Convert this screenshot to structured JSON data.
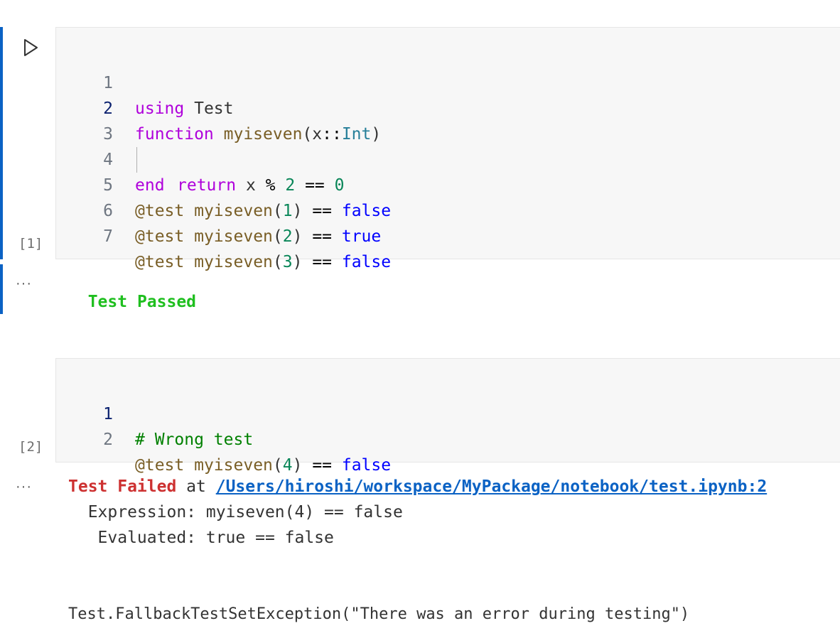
{
  "cells": [
    {
      "exec_count": "[1]",
      "lines": [
        {
          "n": "1"
        },
        {
          "n": "2"
        },
        {
          "n": "3"
        },
        {
          "n": "4"
        },
        {
          "n": "5"
        },
        {
          "n": "6"
        },
        {
          "n": "7"
        }
      ],
      "tokens": {
        "l1_kw": "using",
        "l1_rest": " Test",
        "l2_kw": "function",
        "l2_fn": "myiseven",
        "l2_p1": "(x",
        "l2_op": "::",
        "l2_ty": "Int",
        "l2_p2": ")",
        "l3_kw": "return",
        "l3_x": " x ",
        "l3_op1": "%",
        "l3_num1": "2",
        "l3_op2": "==",
        "l3_num2": "0",
        "l4_kw": "end",
        "l5_macro": "@test",
        "l5_fn": "myiseven",
        "l5_p1": "(",
        "l5_num": "1",
        "l5_p2": ")",
        "l5_op": " == ",
        "l5_bool": "false",
        "l6_macro": "@test",
        "l6_fn": "myiseven",
        "l6_p1": "(",
        "l6_num": "2",
        "l6_p2": ")",
        "l6_op": " == ",
        "l6_bool": "true",
        "l7_macro": "@test",
        "l7_fn": "myiseven",
        "l7_p1": "(",
        "l7_num": "3",
        "l7_p2": ")",
        "l7_op": " == ",
        "l7_bool": "false"
      },
      "output": {
        "ellipsis": "···",
        "status": "Test Passed"
      }
    },
    {
      "exec_count": "[2]",
      "lines": [
        {
          "n": "1"
        },
        {
          "n": "2"
        }
      ],
      "tokens": {
        "l1_cm": "# Wrong test",
        "l2_macro": "@test",
        "l2_fn": "myiseven",
        "l2_p1": "(",
        "l2_num": "4",
        "l2_p2": ")",
        "l2_op": " == ",
        "l2_bool": "false"
      },
      "output": {
        "ellipsis": "···",
        "status": "Test Failed",
        "at": " at ",
        "link": "/Users/hiroshi/workspace/MyPackage/notebook/test.ipynb:2",
        "expression": "  Expression: myiseven(4) == false",
        "evaluated": "   Evaluated: true == false",
        "exception": "Test.FallbackTestSetException(\"There was an error during testing\")"
      }
    }
  ],
  "colors": {
    "focus_bar": "#0b62c4",
    "pass": "#1fbf1f",
    "fail": "#cd3131",
    "link": "#0b62c4"
  },
  "icons": {
    "run": "play-triangle-icon"
  }
}
